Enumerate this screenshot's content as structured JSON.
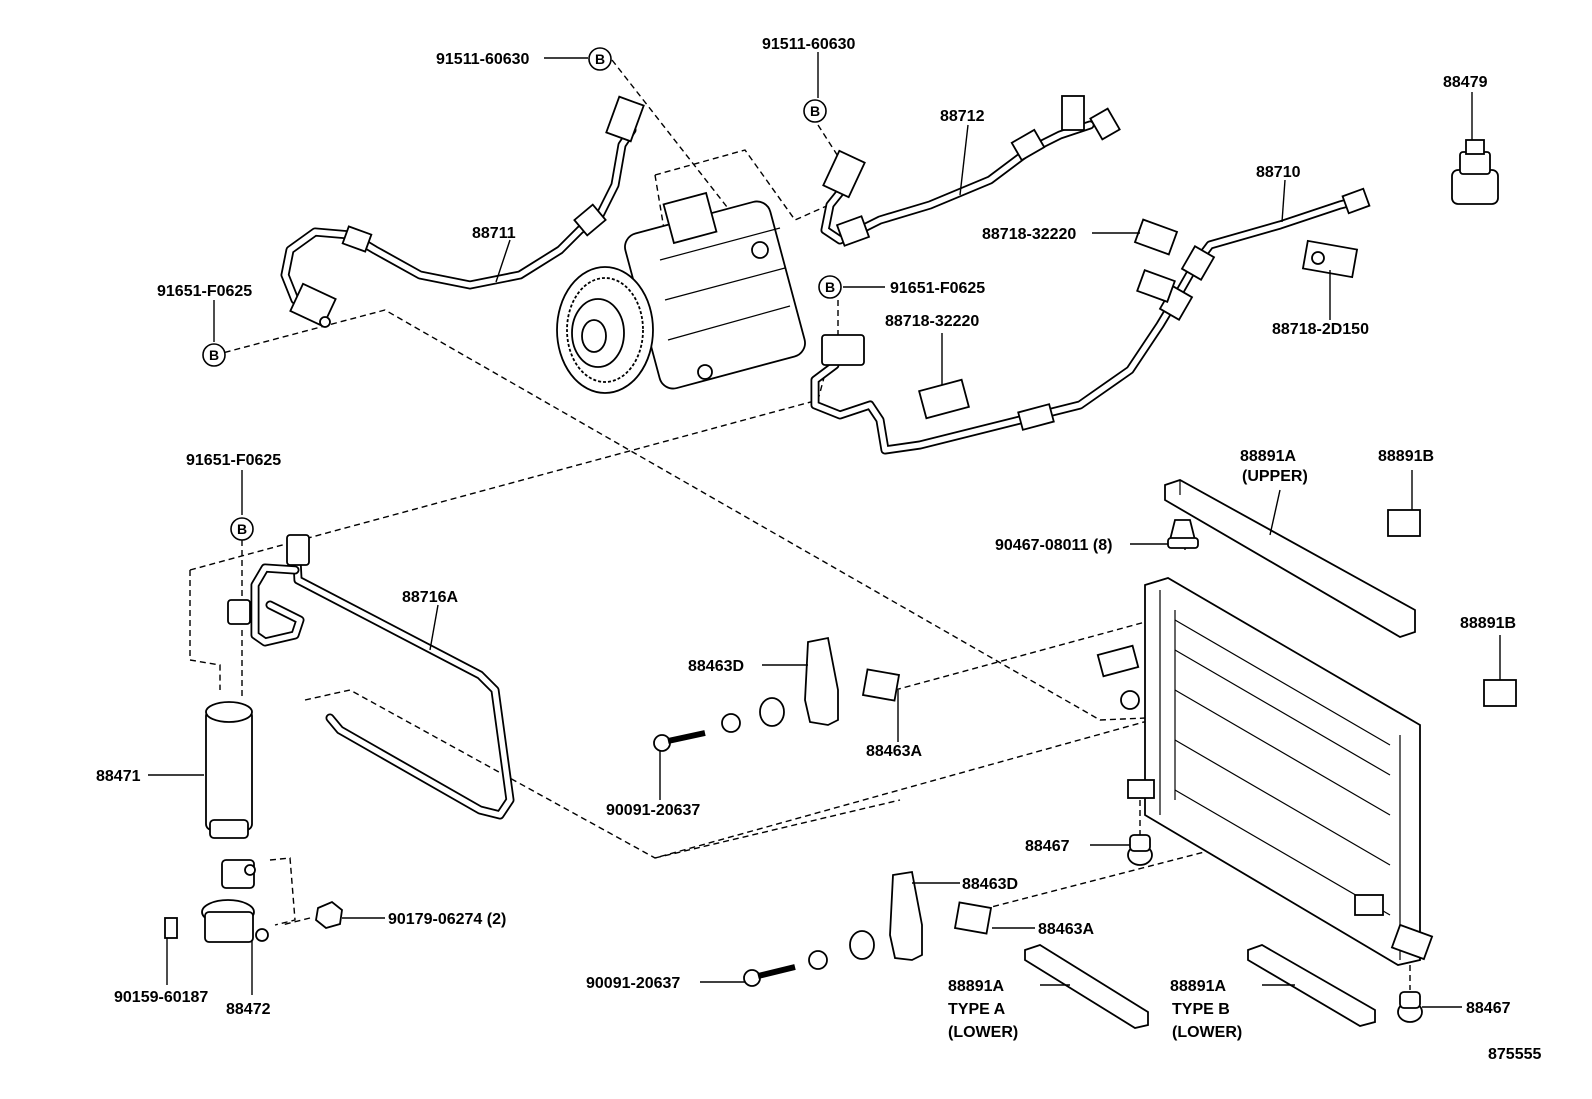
{
  "diagram_number": "875555",
  "labels": {
    "clamp_b_bolt_1": "91511-60630",
    "clamp_b_bolt_2": "91511-60630",
    "discharge_hose": "88711",
    "suction_pipe": "88712",
    "receiver_pressure_switch": "88479",
    "liquid_pipe": "88710",
    "clamp_88718_32220_a": "88718-32220",
    "clamp_88718_32220_b": "88718-32220",
    "clamp_88718_2d150": "88718-2D150",
    "oring_91651_a": "91651-F0625",
    "oring_91651_b": "91651-F0625",
    "oring_91651_c": "91651-F0625",
    "condenser_pipe": "88716A",
    "receiver_dryer": "88471",
    "dryer_bracket": "88472",
    "bolt_90159": "90159-60187",
    "nut_90179": "90179-06274 (2)",
    "bracket_88463d_a": "88463D",
    "bracket_88463a_a": "88463A",
    "bolt_90091_a": "90091-20637",
    "bracket_88463d_b": "88463D",
    "bracket_88463a_b": "88463A",
    "bolt_90091_b": "90091-20637",
    "cushion_88467_a": "88467",
    "cushion_88467_b": "88467",
    "seal_upper": "88891A",
    "seal_upper_note": "(UPPER)",
    "seal_b_1": "88891B",
    "seal_b_2": "88891B",
    "clip_90467": "90467-08011 (8)",
    "seal_lower_a": "88891A",
    "seal_lower_a_type": "TYPE A",
    "seal_lower_a_note": "(LOWER)",
    "seal_lower_b": "88891A",
    "seal_lower_b_type": "TYPE B",
    "seal_lower_b_note": "(LOWER)"
  },
  "badge_letter": "B"
}
